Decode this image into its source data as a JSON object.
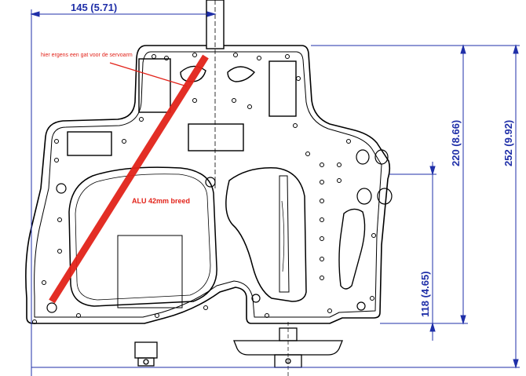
{
  "dimensions": {
    "top_width": "145  (5.71)",
    "height_lower": "118  (4.65)",
    "height_mid": "220  (8.66)",
    "height_full": "252  (9.92)"
  },
  "annotations": {
    "servo_note": "hier ergens een gat voor de servoarm",
    "alu_note": "ALU 42mm breed"
  },
  "colors": {
    "dimension": "#1f2fa8",
    "annotation": "#e2231a",
    "outline": "#000000"
  }
}
